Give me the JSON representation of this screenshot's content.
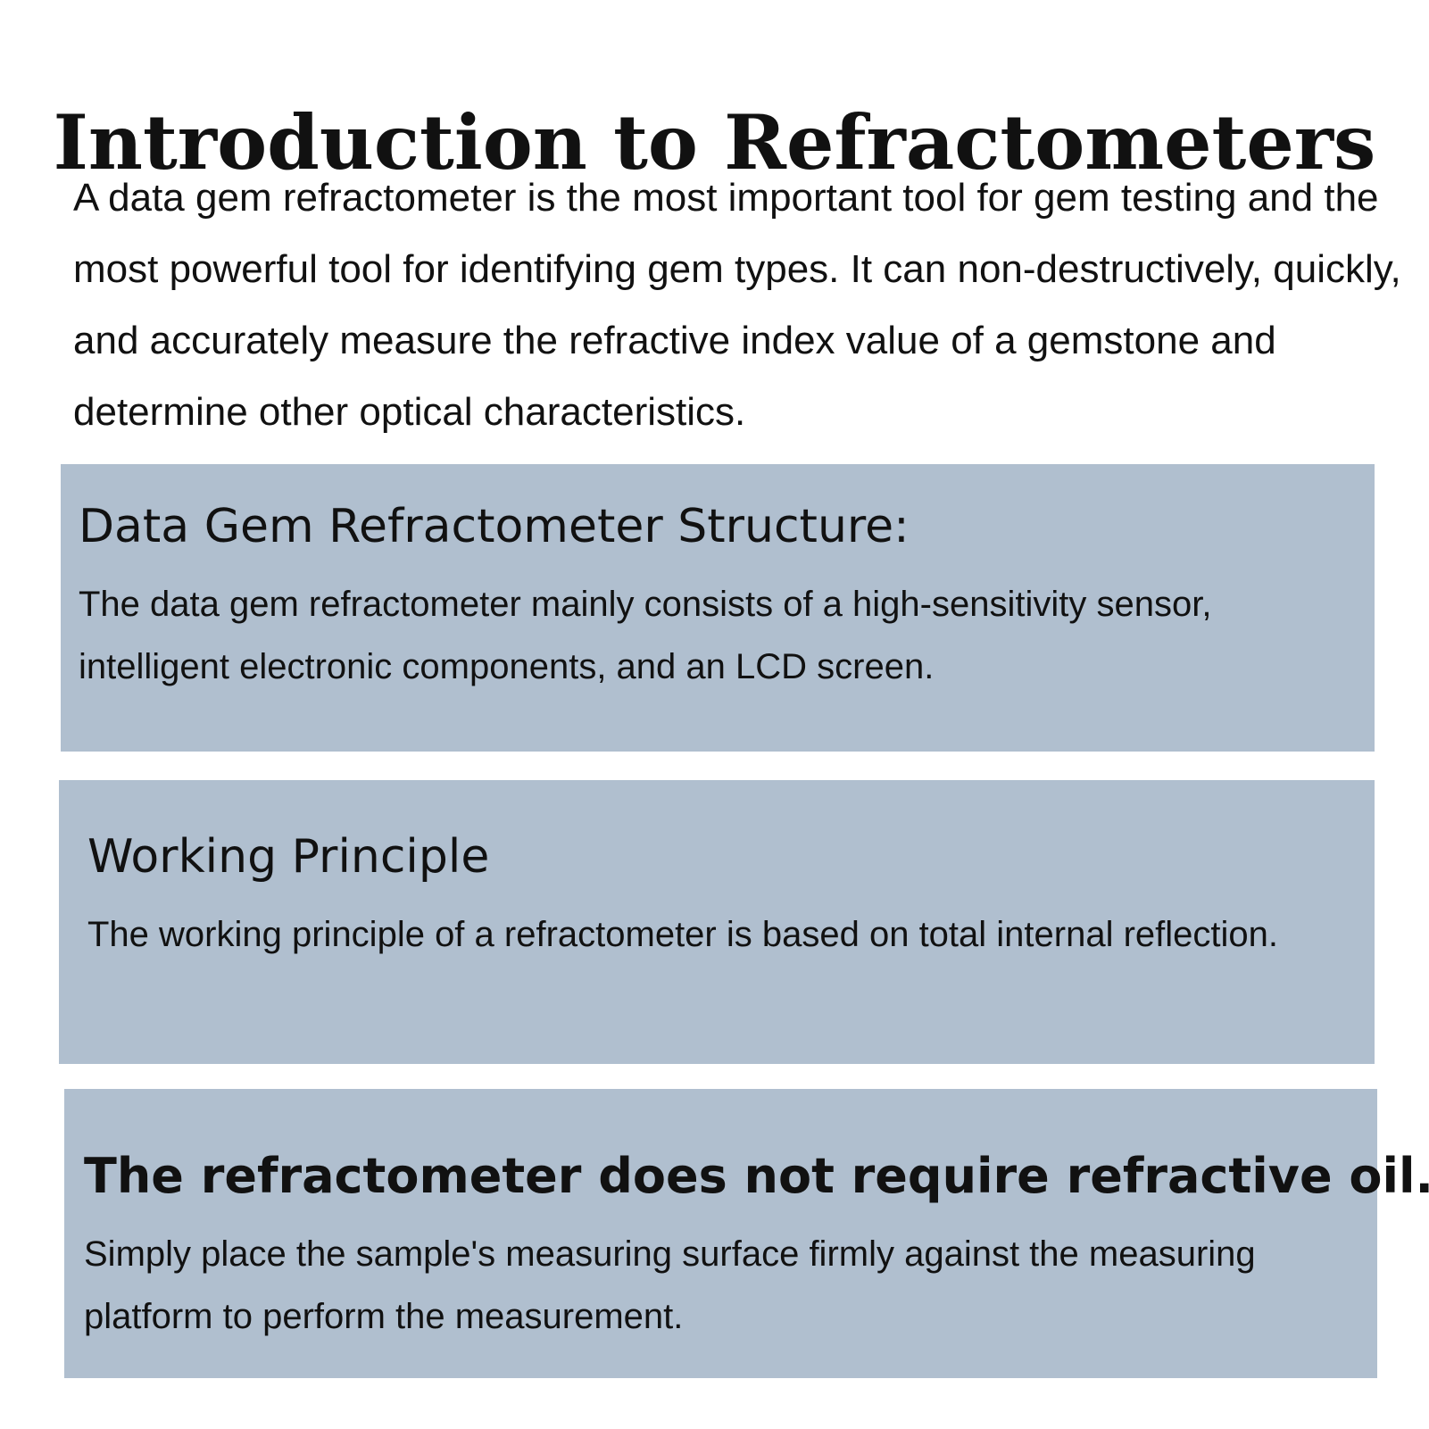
{
  "title": "Introduction to Refractometers",
  "intro": "A data gem refractometer is the most important tool for gem testing and the most powerful tool for identifying gem types. It can non-destructively, quickly, and accurately measure the refractive index value of a gemstone and determine other optical characteristics.",
  "sections": [
    {
      "heading": "Data Gem Refractometer Structure:",
      "body": "The data gem refractometer mainly consists of a high-sensitivity sensor, intelligent electronic components, and an LCD screen."
    },
    {
      "heading": "Working Principle",
      "body": "The working principle of a refractometer is based on total internal reflection."
    },
    {
      "heading": "The refractometer does not require refractive oil.",
      "body": "Simply place the sample's measuring surface firmly against the measuring platform to perform the measurement."
    }
  ],
  "colors": {
    "panel_background": "#b0bfcf",
    "text": "#111111",
    "page_background": "#ffffff"
  }
}
